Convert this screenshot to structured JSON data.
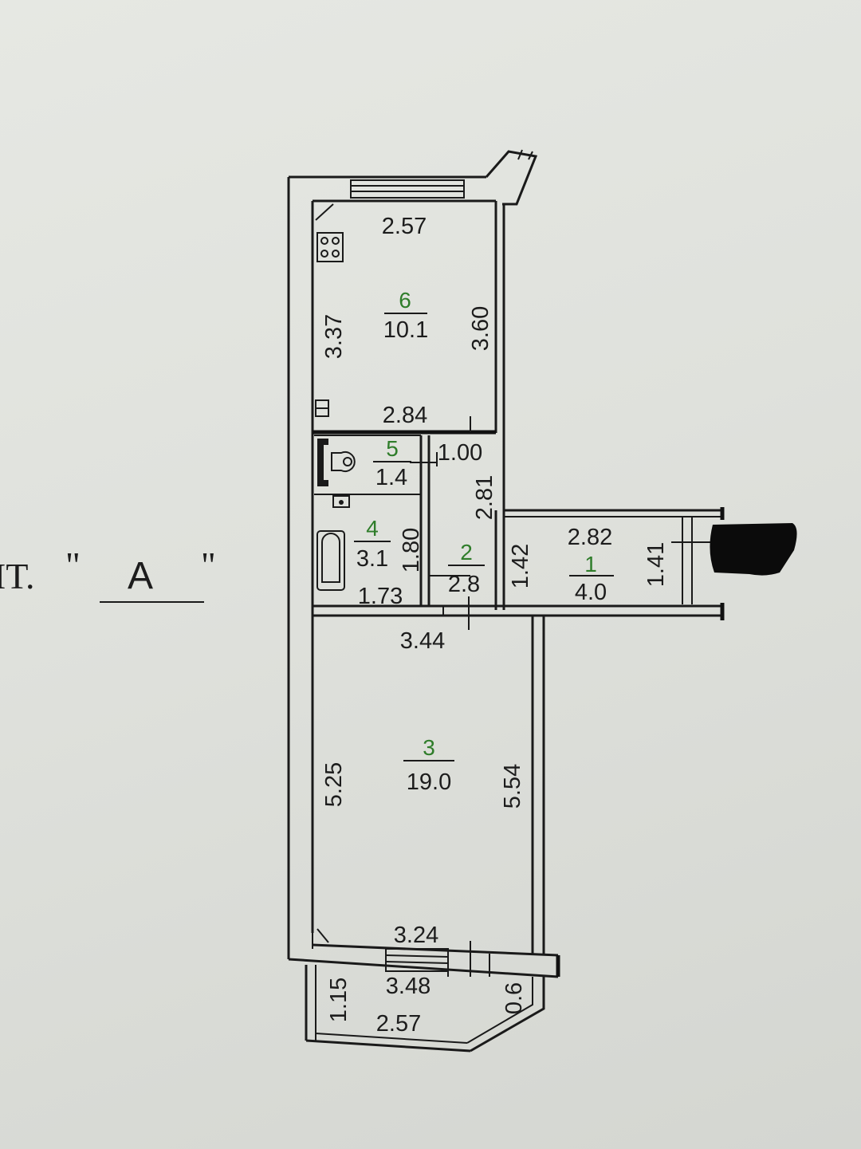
{
  "caption": {
    "prefix": "IT.",
    "quote_open": "\"",
    "letter": "A",
    "quote_close": "\""
  },
  "rooms": [
    {
      "id": "6",
      "number": "6",
      "area": "10.1"
    },
    {
      "id": "5",
      "number": "5",
      "area": "1.4"
    },
    {
      "id": "4",
      "number": "4",
      "area": "3.1"
    },
    {
      "id": "2",
      "number": "2",
      "area": "2.8"
    },
    {
      "id": "1",
      "number": "1",
      "area": "4.0"
    },
    {
      "id": "3",
      "number": "3",
      "area": "19.0"
    }
  ],
  "dimensions": {
    "kitchen_top": "2.57",
    "kitchen_left": "3.37",
    "kitchen_right": "3.60",
    "kitchen_bottom": "2.84",
    "wc_width": "1.00",
    "hall_height": "2.81",
    "bath_height": "1.80",
    "bath_width": "1.73",
    "hall_left": "1.42",
    "room1_width": "2.82",
    "room1_height": "1.41",
    "main_top": "3.44",
    "main_left": "5.25",
    "main_right": "5.54",
    "main_bottom": "3.24",
    "balcony_top": "3.48",
    "balcony_left": "1.15",
    "balcony_right": "0.6",
    "balcony_bottom": "2.57"
  },
  "colors": {
    "paper": "#dfe1dc",
    "ink": "#1a1a1a",
    "room_number": "#2f7d2a",
    "redaction": "#0b0b0b"
  }
}
